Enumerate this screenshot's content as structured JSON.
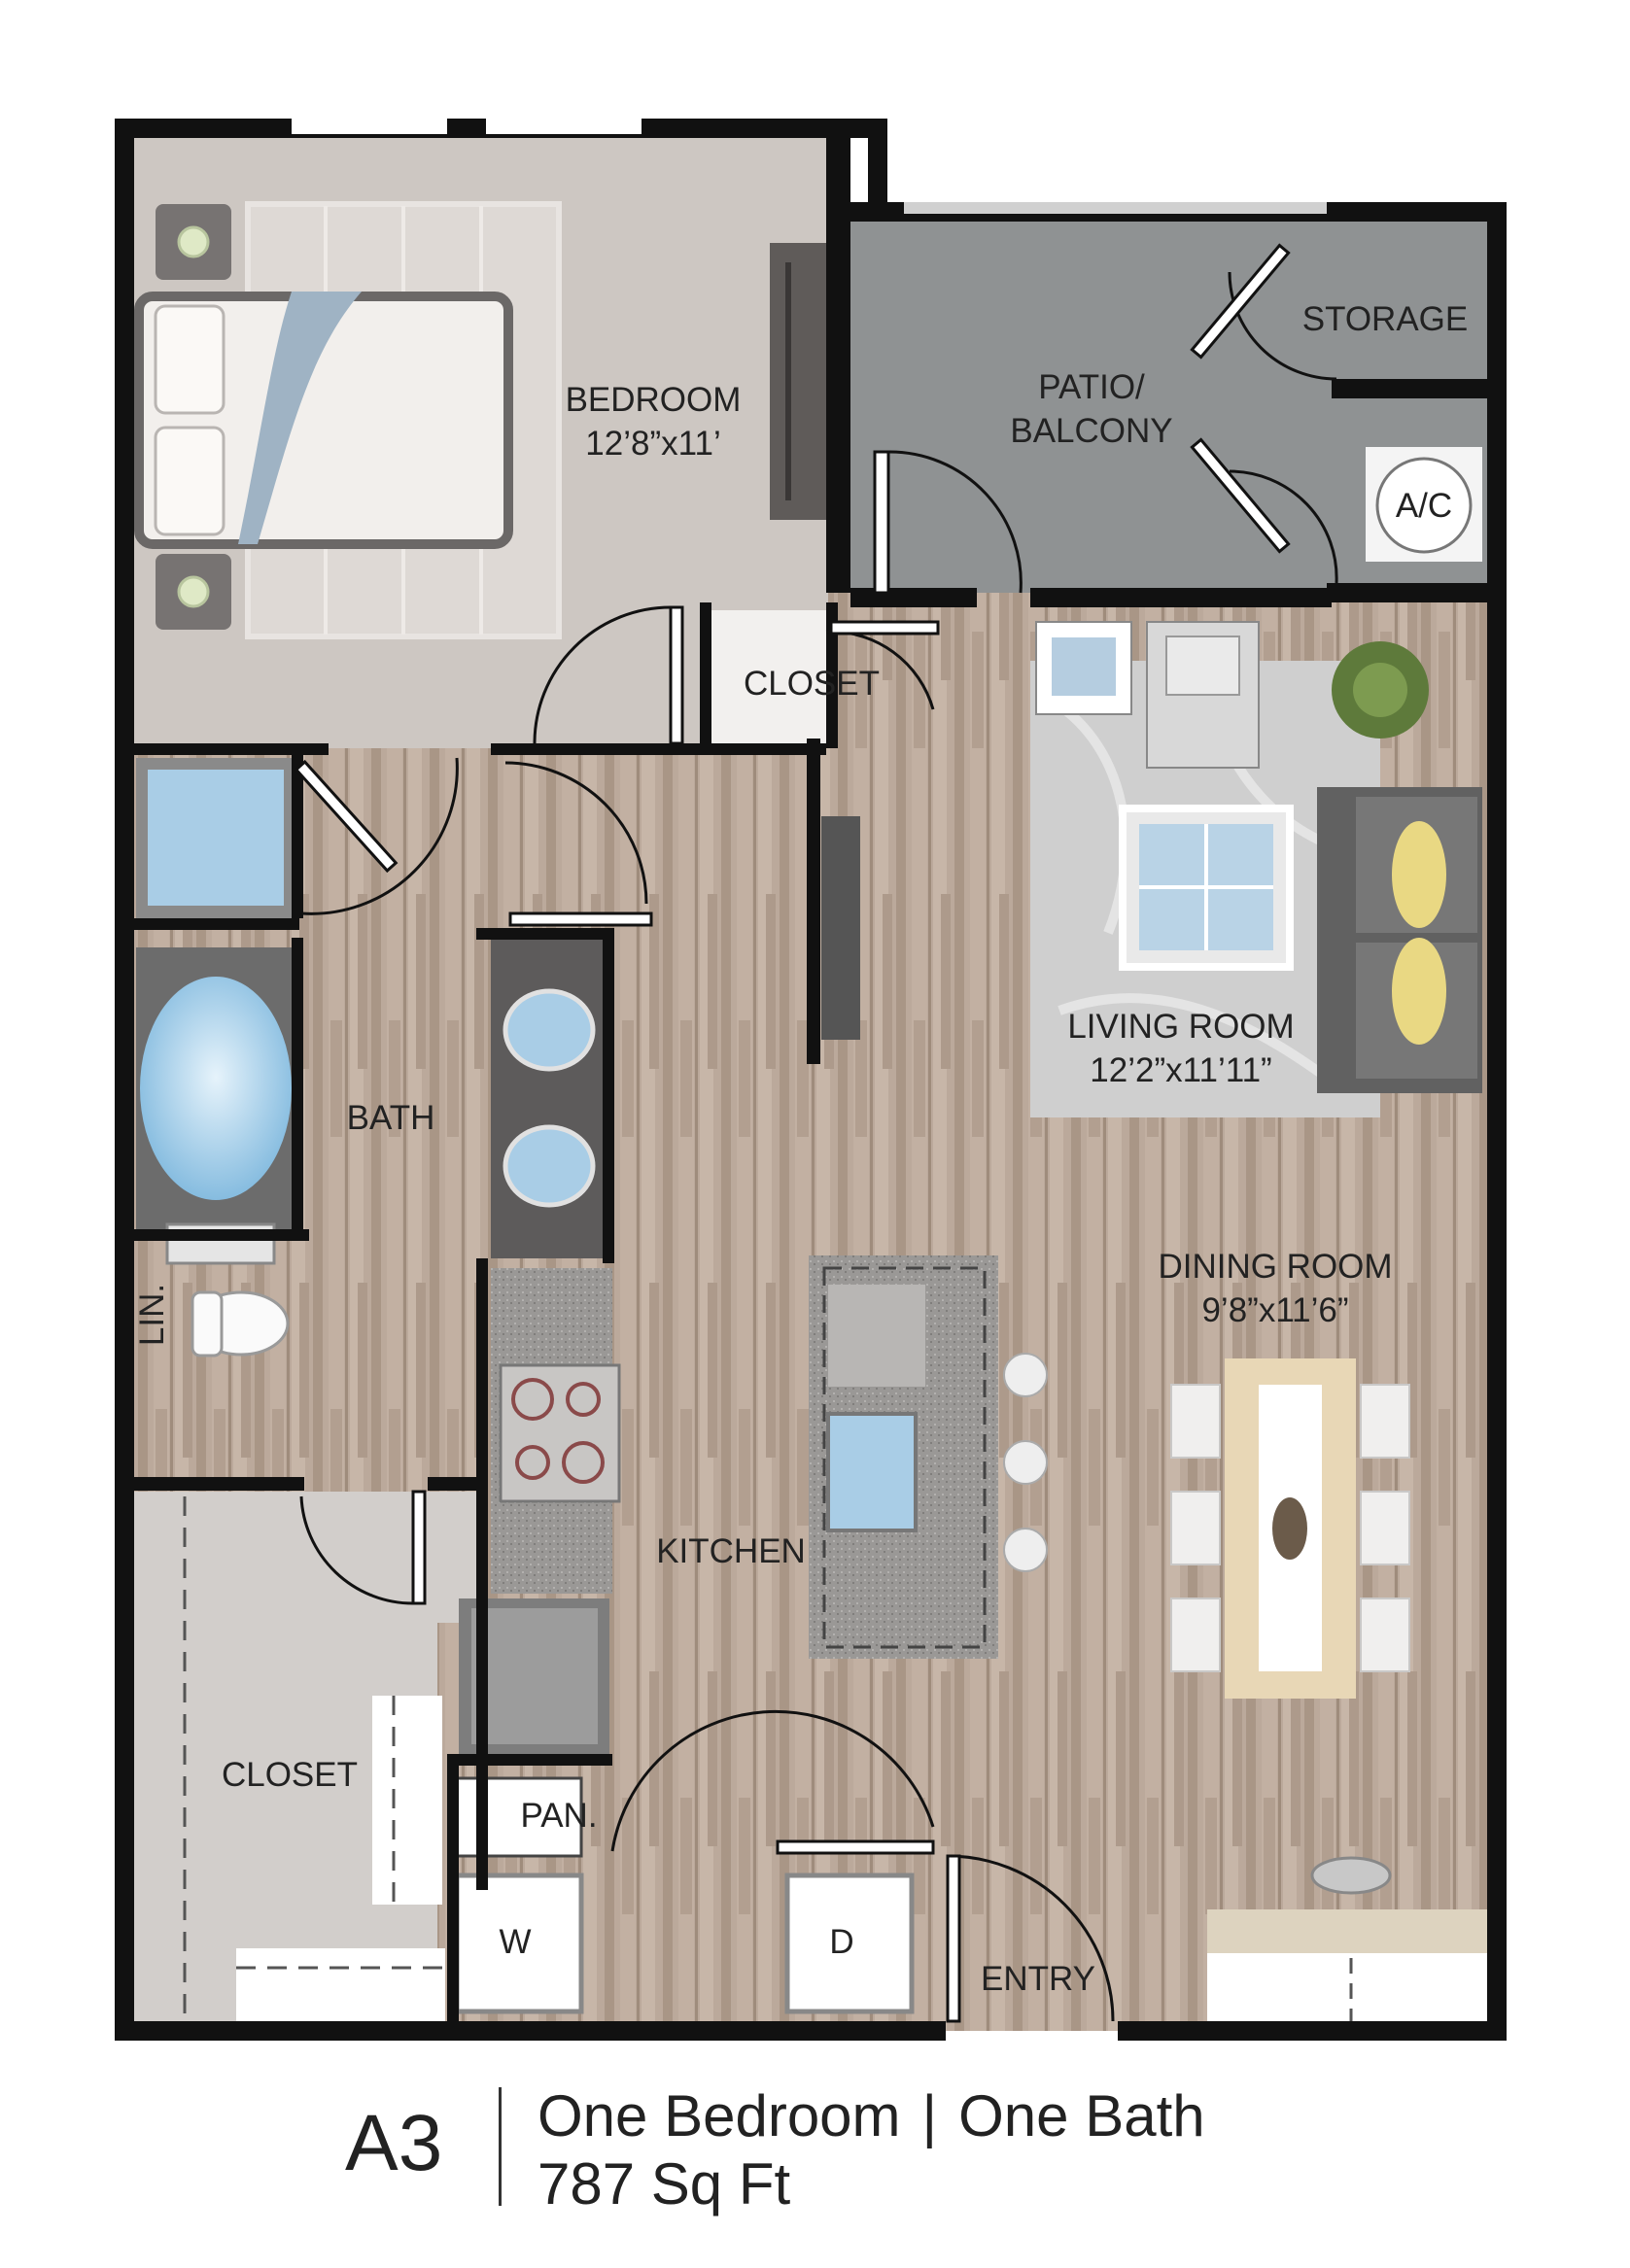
{
  "rooms": {
    "bedroom": {
      "name": "BEDROOM",
      "size": "12’8”x11’"
    },
    "patio": {
      "line1": "PATIO/",
      "line2": "BALCONY"
    },
    "storage": "STORAGE",
    "ac": "A/C",
    "closet_upper": "CLOSET",
    "living": {
      "name": "LIVING ROOM",
      "size": "12’2”x11’11”"
    },
    "bath": "BATH",
    "linen": "LIN.",
    "dining": {
      "name": "DINING ROOM",
      "size": "9’8”x11’6”"
    },
    "kitchen": "KITCHEN",
    "closet_lower": "CLOSET",
    "pantry": "PAN.",
    "washer": "W",
    "dryer": "D",
    "entry": "ENTRY"
  },
  "caption": {
    "plan_code": "A3",
    "bedrooms": "One Bedroom",
    "separator": "|",
    "baths": "One Bath",
    "area": "787 Sq Ft"
  },
  "colors": {
    "wall": "#111111",
    "floor_wood": "#b8a698",
    "bedroom_carpet": "#cfc9c4",
    "patio": "#8f9293",
    "closet_floor": "#d2cecb",
    "countertop": "#6e6c6c",
    "water": "#a9cde6"
  }
}
